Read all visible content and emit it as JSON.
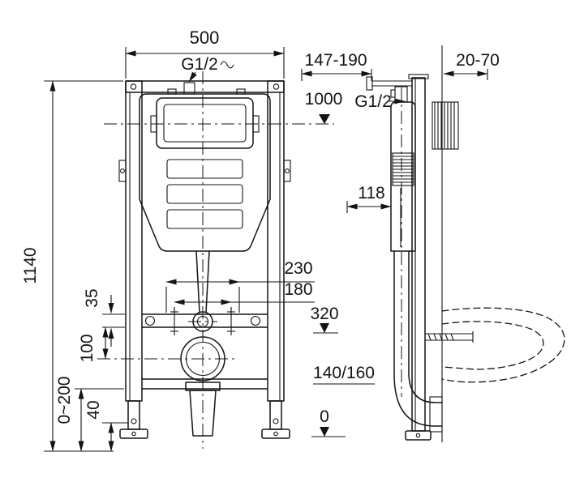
{
  "diagram": {
    "front": {
      "width": "500",
      "inlet": "G1/2",
      "height": "1140",
      "water_level": "1000",
      "bolt_spacing_outer": "230",
      "bolt_spacing_inner": "180",
      "rail_offset": "35",
      "flush_height": "320",
      "drain_offset": "100",
      "leg_adjust": "0~200",
      "foot_height": "40"
    },
    "side": {
      "depth_range": "147-190",
      "wall_thickness": "20-70",
      "inlet": "G1/2",
      "cistern_depth": "118",
      "drain_diameter": "140/160",
      "floor_level": "0"
    }
  }
}
